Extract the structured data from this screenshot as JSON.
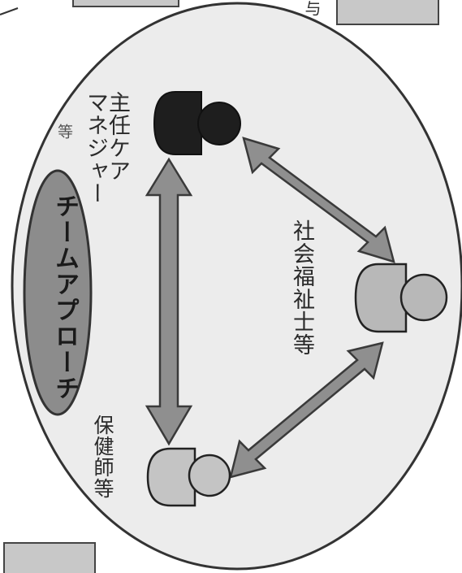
{
  "diagram": {
    "nodes": {
      "social_worker": {
        "label": "社会福祉士等",
        "color": "#b8b8b8"
      },
      "care_manager": {
        "label_line1": "主任ケア",
        "label_line2": "マネジャー",
        "label_suffix": "等",
        "color": "#1e1e1e"
      },
      "public_health_nurse": {
        "label": "保健師等",
        "color": "#c4c4c4"
      }
    },
    "team_badge": {
      "label": "チームアプローチ",
      "fill": "#8c8c8c"
    },
    "top_fragment": "与",
    "colors": {
      "arrow": "#8f8f8f",
      "background": "#ececec",
      "outline": "#333333",
      "box": "#bdbdbd"
    }
  }
}
